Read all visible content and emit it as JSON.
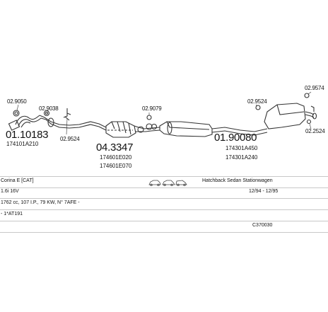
{
  "parts": {
    "p_01_10183": "01.10183",
    "p_174101A210": "174101A210",
    "p_02_9050": "02.9050",
    "p_02_9038": "02.9038",
    "p_02_9524_left": "02.9524",
    "p_04_3347": "04.3347",
    "p_174601E020": "174601E020",
    "p_174601E070": "174601E070",
    "p_02_9079": "02.9079",
    "p_01_90080": "01.90080",
    "p_174301A450": "174301A450",
    "p_174301A240": "174301A240",
    "p_02_9524_right": "02.9524",
    "p_02_9574": "02.9574",
    "p_02_2524": "02.2524"
  },
  "vehicle": {
    "model": "Corina E [CAT]",
    "body_types": "Hatchback Sedan Stationwagen",
    "engine": "1.6i 16V",
    "dates": "12/94 - 12/95",
    "spec": "1762 cc, 107 I.P., 79 KW, N° 7AFE -",
    "chassis": "- 1*AT191",
    "code": "C370030"
  }
}
